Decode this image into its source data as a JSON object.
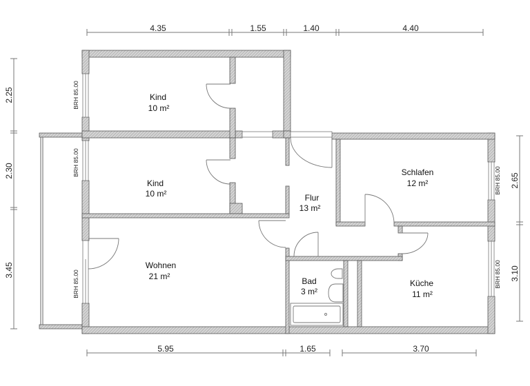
{
  "plan": {
    "title": "Apartment floor plan",
    "colors": {
      "wall_fill": "#c8c8c8",
      "wall_stroke": "#555555",
      "line": "#666666",
      "dimension_line": "#777777",
      "text": "#111111",
      "background": "#ffffff"
    },
    "rooms": [
      {
        "name": "Kind",
        "area": "10 m²"
      },
      {
        "name": "Kind",
        "area": "10 m²"
      },
      {
        "name": "Wohnen",
        "area": "21 m²"
      },
      {
        "name": "Flur",
        "area": "13 m²"
      },
      {
        "name": "Schlafen",
        "area": "12 m²"
      },
      {
        "name": "Bad",
        "area": "3 m²"
      },
      {
        "name": "Küche",
        "area": "11 m²"
      }
    ],
    "window_labels": {
      "kind1": "BRH 85.00",
      "kind2": "BRH 85.00",
      "wohnen": "BRH 85.00",
      "schlafen": "BRH 85.00",
      "kueche": "BRH 85.00"
    },
    "dimensions": {
      "top": [
        "4.35",
        "1.55",
        "1.40",
        "4.40"
      ],
      "bottom": [
        "5.95",
        "1.65",
        "3.70"
      ],
      "left": [
        "2.25",
        "2.30",
        "3.45"
      ],
      "right": [
        "2.65",
        "3.10"
      ]
    }
  }
}
